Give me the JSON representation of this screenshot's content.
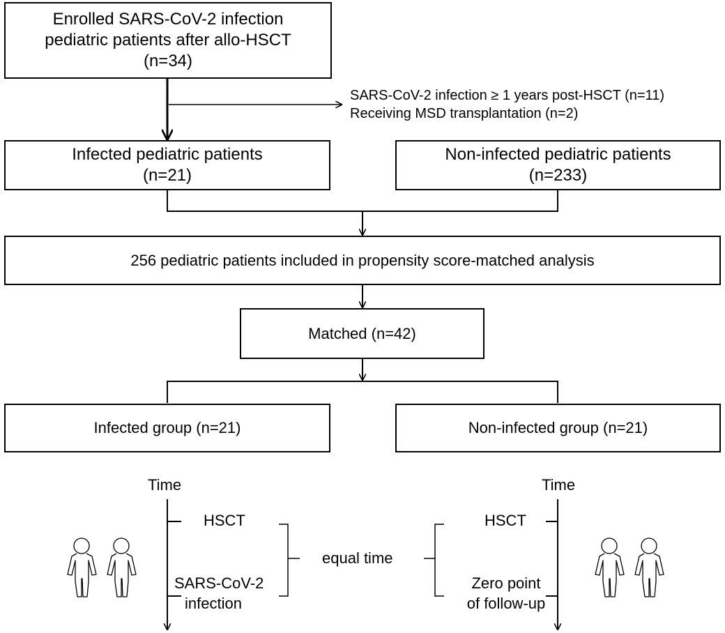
{
  "enrolled": {
    "lines": [
      "Enrolled  SARS-CoV-2 infection",
      "pediatric patients after allo-HSCT",
      "(n=34)"
    ]
  },
  "excluded": {
    "lines": [
      "SARS-CoV-2 infection ≥ 1 years post-HSCT (n=11)",
      "Receiving MSD transplantation (n=2)"
    ]
  },
  "infected_patients": {
    "lines": [
      "Infected pediatric patients",
      "(n=21)"
    ]
  },
  "noninfected_patients": {
    "lines": [
      "Non-infected pediatric patients",
      "(n=233)"
    ]
  },
  "psm_analysis": {
    "text": "256 pediatric patients included in propensity score-matched analysis"
  },
  "matched": {
    "text": "Matched (n=42)"
  },
  "infected_group": {
    "text": "Infected group (n=21)"
  },
  "noninfected_group": {
    "text": "Non-infected group (n=21)"
  },
  "timeline": {
    "left": {
      "axis_label": "Time",
      "event1": "HSCT",
      "event2_lines": [
        "SARS-CoV-2",
        "infection"
      ]
    },
    "right": {
      "axis_label": "Time",
      "event1": "HSCT",
      "event2_lines": [
        "Zero point",
        "of follow-up"
      ]
    },
    "center_label": "equal time",
    "person_icon": "person-outline-icon"
  }
}
